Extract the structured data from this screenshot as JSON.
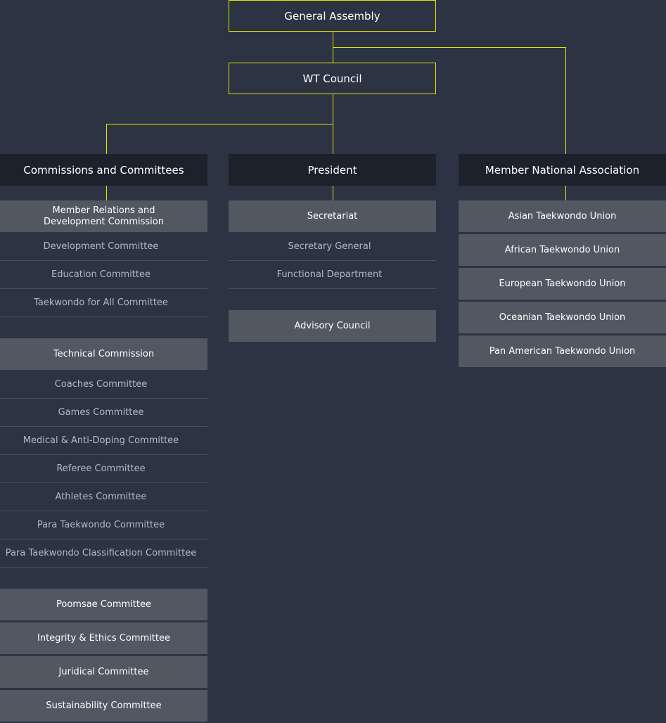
{
  "top": {
    "general_assembly": "General Assembly",
    "wt_council": "WT Council"
  },
  "columns": {
    "left": {
      "header": "Commissions and Committees",
      "group1": {
        "title": "Member Relations and Development Commission",
        "items": [
          "Development Committee",
          "Education Committee",
          "Taekwondo for All Committee"
        ]
      },
      "group2": {
        "title": "Technical Commission",
        "items": [
          "Coaches Committee",
          "Games Committee",
          "Medical & Anti-Doping Committee",
          "Referee Committee",
          "Athletes Committee",
          "Para Taekwondo Committee",
          "Para Taekwondo Classification Committee"
        ]
      },
      "standalone": [
        "Poomsae Committee",
        "Integrity & Ethics Committee",
        "Juridical Committee",
        "Sustainability Committee"
      ]
    },
    "middle": {
      "header": "President",
      "secretariat": {
        "title": "Secretariat",
        "items": [
          "Secretary General",
          "Functional Department"
        ]
      },
      "advisory": "Advisory Council"
    },
    "right": {
      "header": "Member National Association",
      "unions": [
        "Asian Taekwondo Union",
        "African Taekwondo Union",
        "European Taekwondo Union",
        "Oceanian Taekwondo Union",
        "Pan American Taekwondo Union"
      ]
    }
  },
  "colors": {
    "background": "#2c3443",
    "connector": "#e3e600",
    "header_bg": "#1c212b",
    "box_bg": "#515862"
  }
}
